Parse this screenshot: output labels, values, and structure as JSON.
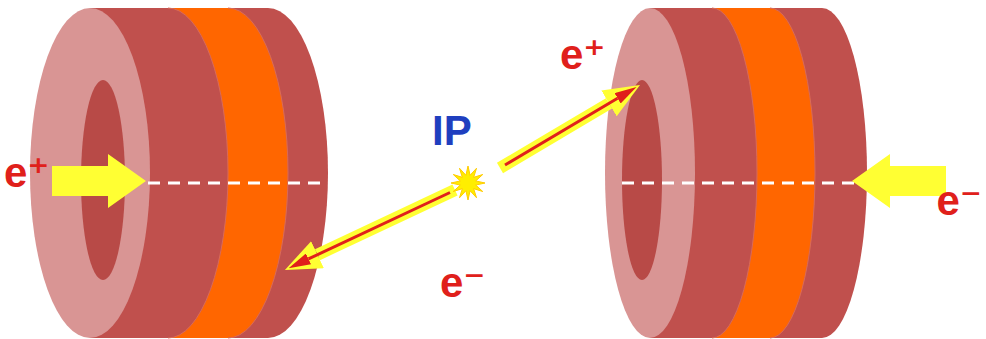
{
  "diagram": {
    "labels": [
      "e⁺",
      "IP",
      "e⁺",
      "e⁻",
      "e⁻"
    ]
  }
}
